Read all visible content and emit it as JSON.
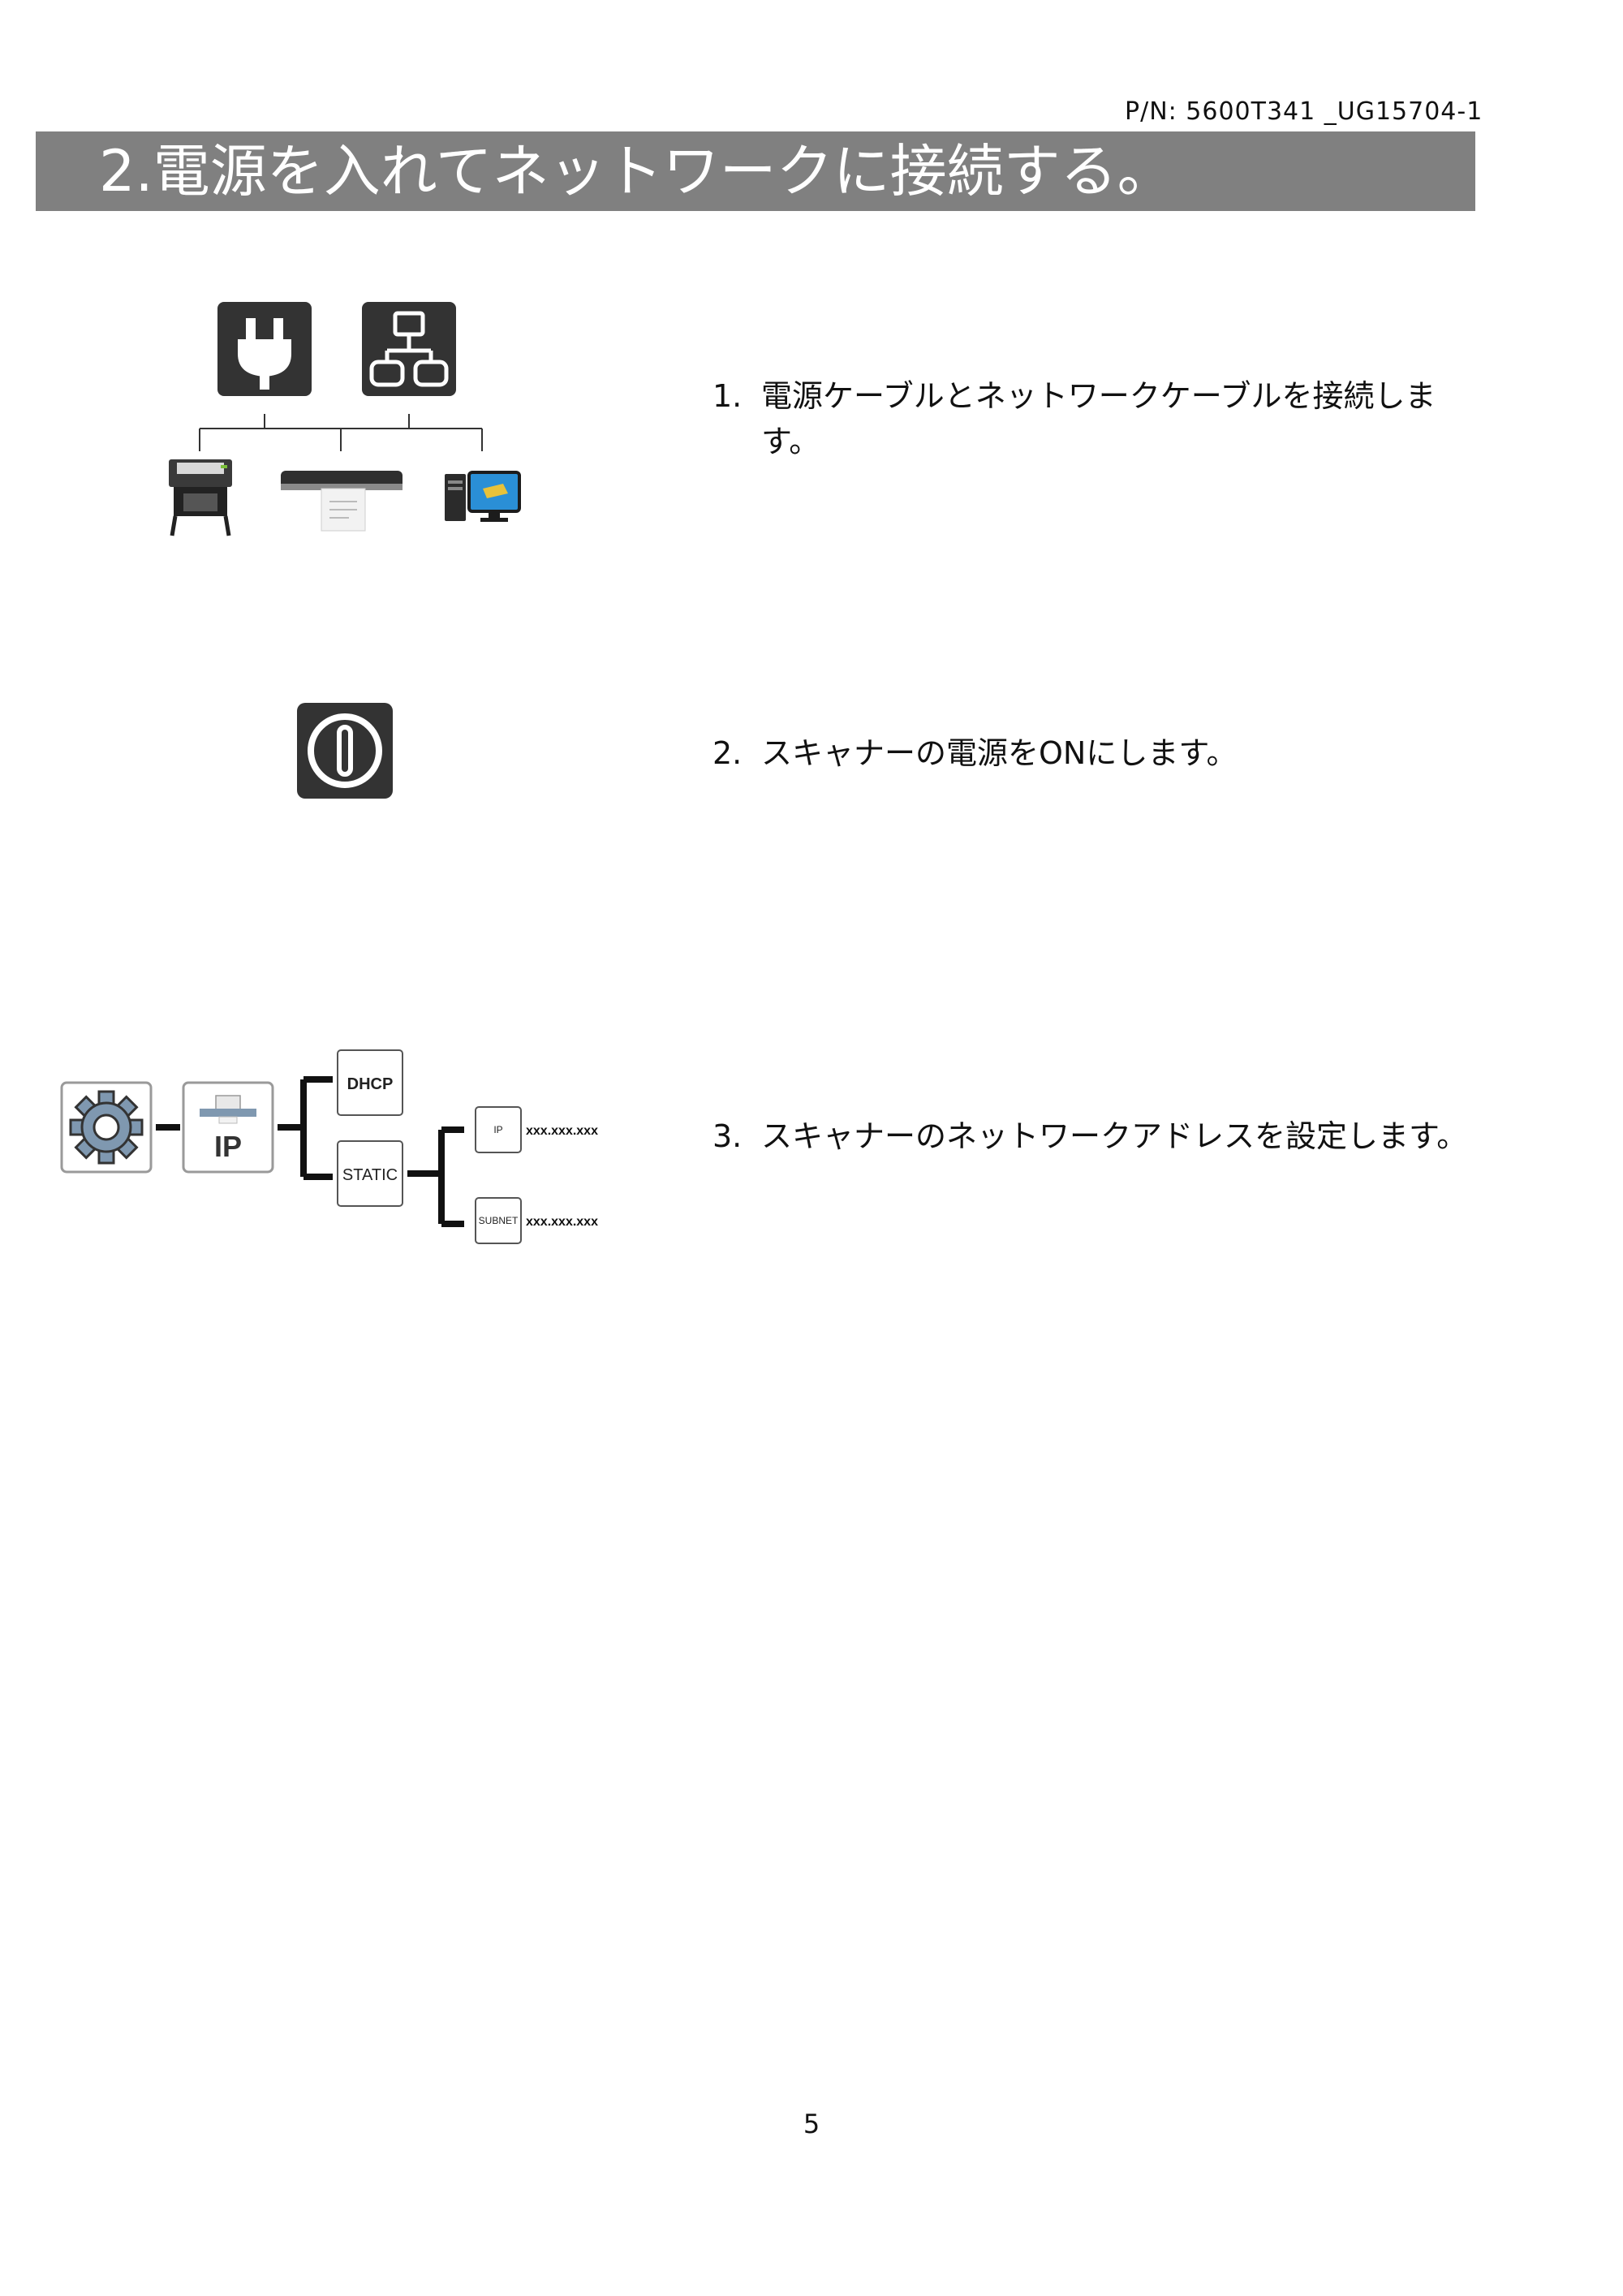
{
  "header": {
    "part_number": "P/N: 5600T341 _UG15704-1"
  },
  "section": {
    "title": "2.電源を入れてネットワークに接続する。"
  },
  "steps": [
    {
      "number": "1.",
      "text": "電源ケーブルとネットワークケーブルを接続します。"
    },
    {
      "number": "2.",
      "text": "スキャナーの電源をONにします。"
    },
    {
      "number": "3.",
      "text": "スキャナーのネットワークアドレスを設定します。"
    }
  ],
  "network_diagram": {
    "ip_badge": "IP",
    "dhcp_label": "DHCP",
    "static_label": "STATIC",
    "ip_field_label": "IP",
    "ip_value": "xxx.xxx.xxx",
    "subnet_field_label": "SUBNET",
    "subnet_value": "xxx.xxx.xxx"
  },
  "icons": [
    "power-plug-icon",
    "network-topology-icon",
    "printer-icon",
    "scanner-icon",
    "computer-icon",
    "power-button-icon",
    "gear-icon",
    "ip-settings-icon"
  ],
  "colors": {
    "title_bar": "#808080",
    "icon_dark": "#333333",
    "gear_blue": "#7f98b0",
    "monitor_blue": "#2a8fd6"
  },
  "footer": {
    "page_number": "5"
  }
}
